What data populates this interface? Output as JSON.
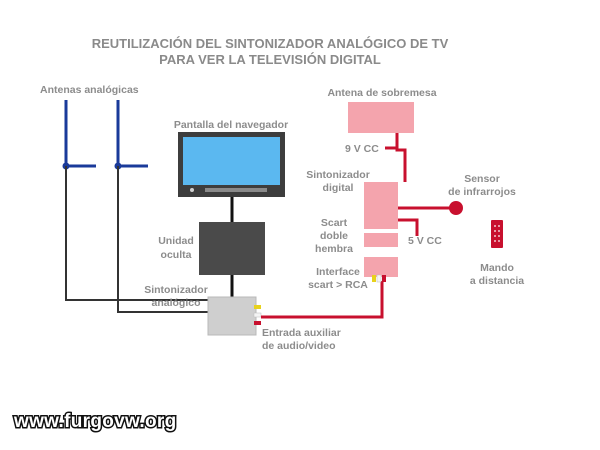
{
  "title": {
    "line1": "REUTILIZACIÓN DEL SINTONIZADOR ANALÓGICO DE TV",
    "line2": "PARA VER LA TELEVISIÓN DIGITAL"
  },
  "labels": {
    "antenas_analogicas": "Antenas analógicas",
    "pantalla": "Pantalla del navegador",
    "unidad_oculta_1": "Unidad",
    "unidad_oculta_2": "oculta",
    "sintonizador_analogico_1": "Sintonizador",
    "sintonizador_analogico_2": "analógico",
    "entrada_aux_1": "Entrada auxiliar",
    "entrada_aux_2": "de audio/video",
    "antena_sobremesa": "Antena de sobremesa",
    "voltaje_9v": "9 V CC",
    "sintonizador_digital_1": "Sintonizador",
    "sintonizador_digital_2": "digital",
    "sensor_1": "Sensor",
    "sensor_2": "de infrarrojos",
    "scart_1": "Scart",
    "scart_2": "doble",
    "scart_3": "hembra",
    "voltaje_5v": "5 V CC",
    "interface_1": "Interface",
    "interface_2": "scart > RCA",
    "mando_1": "Mando",
    "mando_2": "a distancia"
  },
  "watermark": "www.furgovw.org",
  "colors": {
    "antenna_blue": "#1a3a9a",
    "cable_red": "#c8102e",
    "cable_black": "#111111",
    "cable_gray": "#333333",
    "digital_pink": "#f4a4ad",
    "screen_blue": "#5bb8f0",
    "unit_gray": "#4a4a4a",
    "tuner_gray": "#cfcfcf",
    "label_gray": "#8c8c8c"
  }
}
